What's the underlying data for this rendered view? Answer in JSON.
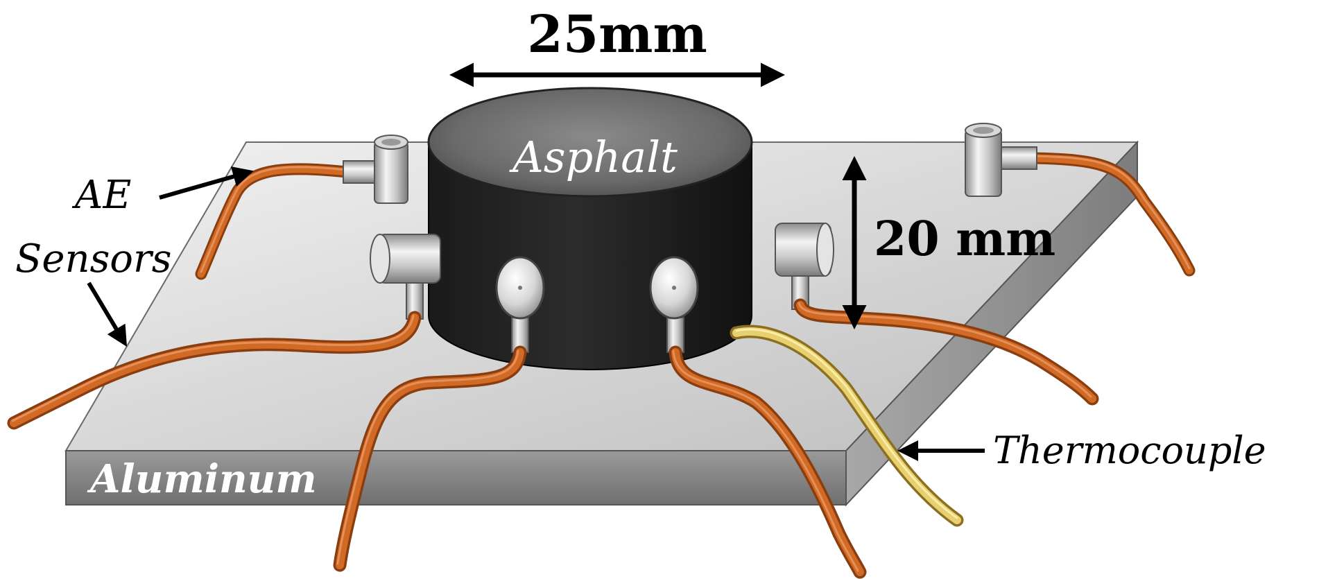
{
  "dimensions": {
    "width_label": "25mm",
    "height_label": "20 mm"
  },
  "labels": {
    "specimen": "Asphalt",
    "base_plate": "Aluminum",
    "ae_line1": "AE",
    "ae_line2": "Sensors",
    "thermocouple": "Thermocouple"
  },
  "colors": {
    "cable": "#c8601c",
    "cable_highlight": "#e8945a",
    "thermocouple_wire": "#e8d070",
    "specimen": "#1e1e1e",
    "plate_top": "#d4d4d4",
    "plate_side": "#8a8a8a",
    "arrow": "#000000"
  }
}
